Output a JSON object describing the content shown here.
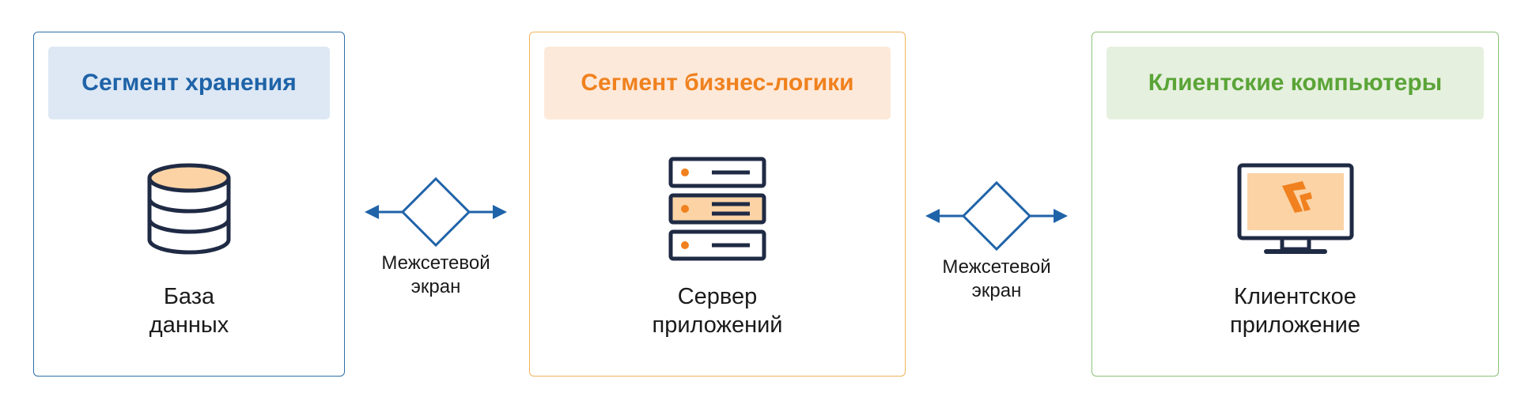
{
  "segments": {
    "storage": {
      "title": "Сегмент хранения",
      "icon": "database-icon",
      "label_line1": "База",
      "label_line2": "данных",
      "accent": "#1f63a8",
      "header_bg": "#dde8f4",
      "border": "#2f6fa8"
    },
    "logic": {
      "title": "Сегмент бизнес-логики",
      "icon": "server-icon",
      "label_line1": "Сервер",
      "label_line2": "приложений",
      "accent": "#f0811e",
      "header_bg": "#fde9da",
      "border": "#f0b35a"
    },
    "client": {
      "title": "Клиентские компьютеры",
      "icon": "monitor-icon",
      "label_line1": "Клиентское",
      "label_line2": "приложение",
      "accent": "#5aa437",
      "header_bg": "#e6f0df",
      "border": "#8cc277"
    }
  },
  "firewalls": [
    {
      "label_line1": "Межсетевой",
      "label_line2": "экран",
      "icon": "bidirectional-diamond-arrow-icon"
    },
    {
      "label_line1": "Межсетевой",
      "label_line2": "экран",
      "icon": "bidirectional-diamond-arrow-icon"
    }
  ],
  "colors": {
    "firewall": "#1f63a8",
    "icon_stroke": "#1f2a44",
    "icon_fill": "#fbd3a5",
    "icon_dot": "#f0811e"
  }
}
